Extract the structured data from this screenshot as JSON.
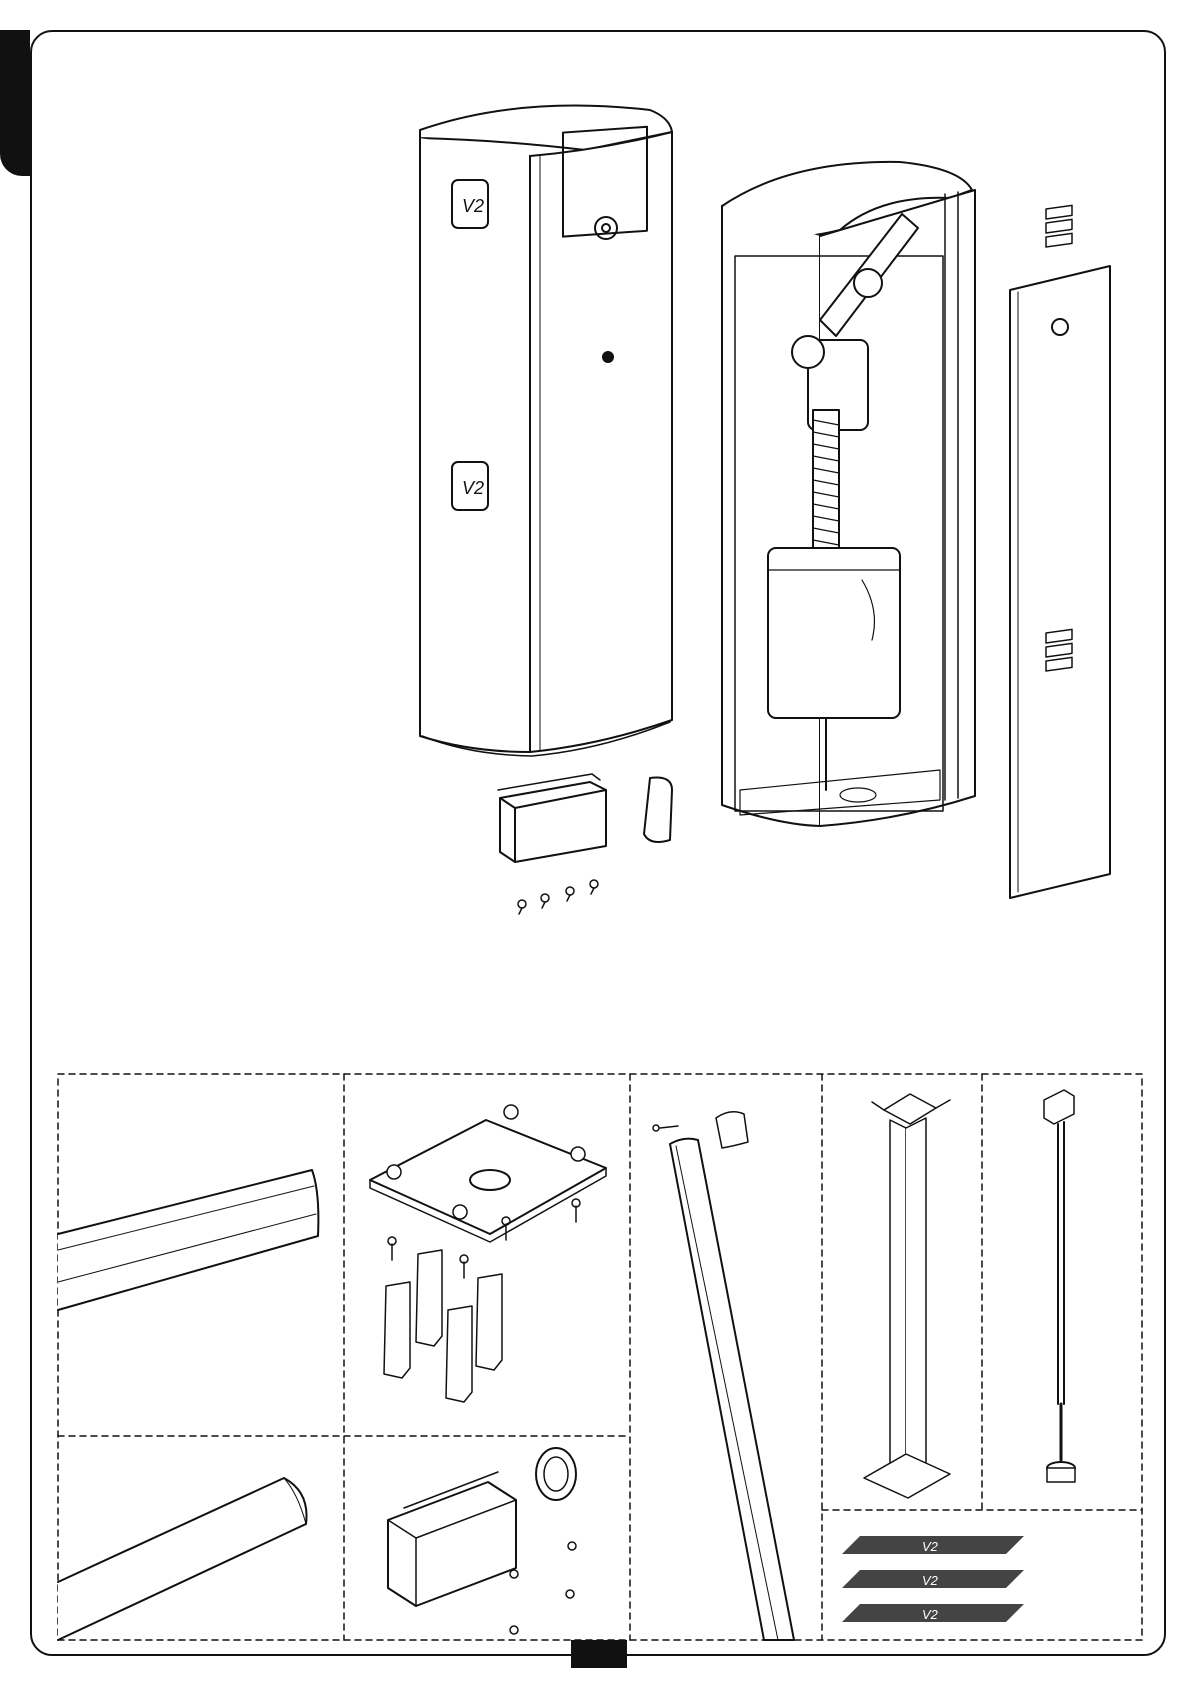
{
  "page": {
    "page_number": "",
    "brand_mark": "V2"
  },
  "colors": {
    "ink": "#111111",
    "panel_fill": "#ffffff",
    "stripe_fill": "#444444"
  },
  "exploded_view": {
    "parts": [
      "outer-housing",
      "inner-mechanism",
      "front-panel",
      "junction-box",
      "seal-gasket",
      "screws"
    ]
  },
  "accessories": {
    "cells": [
      "boom-profile",
      "foundation-plate-kit",
      "round-boom-with-cap",
      "support-post",
      "pendulum-support",
      "round-boom-alt",
      "boom-joint-kit",
      "reflective-stickers"
    ],
    "stickers": [
      "V2",
      "V2",
      "V2"
    ]
  }
}
